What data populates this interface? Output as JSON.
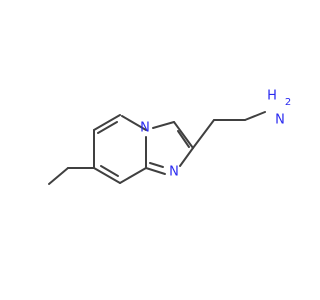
{
  "structure": {
    "atoms": {
      "ring_nitrogen": "N",
      "imidazole_nitrogen": "N",
      "amine_nitrogen": "N",
      "amine_hydrogens": "H",
      "amine_h_count": "2"
    }
  },
  "colors": {
    "bond": "#404040",
    "nitrogen": "#2a2af0",
    "background": "#ffffff"
  }
}
